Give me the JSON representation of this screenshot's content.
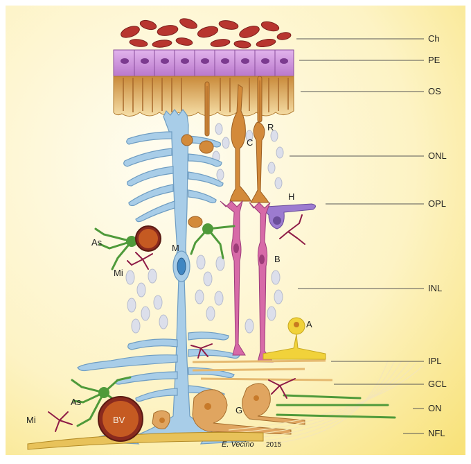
{
  "layer_labels": {
    "ch": "Ch",
    "pe": "PE",
    "os": "OS",
    "onl": "ONL",
    "opl": "OPL",
    "inl": "INL",
    "ipl": "IPL",
    "gcl": "GCL",
    "on": "ON",
    "nfl": "NFL"
  },
  "cell_labels": {
    "r": "R",
    "c": "C",
    "h": "H",
    "as_top": "As",
    "m": "M",
    "mi_top": "Mi",
    "b": "B",
    "a": "A",
    "as_bottom": "As",
    "mi_bottom": "Mi",
    "bv": "BV",
    "g": "G"
  },
  "signature": "E. Vecino",
  "year": "2015",
  "colors": {
    "background_top": "#fffbe9",
    "background_bottom": "#fbe98a",
    "choroid": "#b8352f",
    "pigment_epithelium": "#c98ad6",
    "outer_segments": "#e3a64f",
    "muller_glia": "#a8cde8",
    "photoreceptor": "#d38a3a",
    "bipolar": "#d76aa8",
    "horizontal": "#9c7bd0",
    "astrocyte": "#4f9a3a",
    "microglia": "#8e1b46",
    "amacrine": "#f1d23a",
    "ganglion": "#e0a560",
    "blood_vessel": "#c55a22",
    "nuclei": "#d9dce8",
    "label_line": "#555555"
  }
}
